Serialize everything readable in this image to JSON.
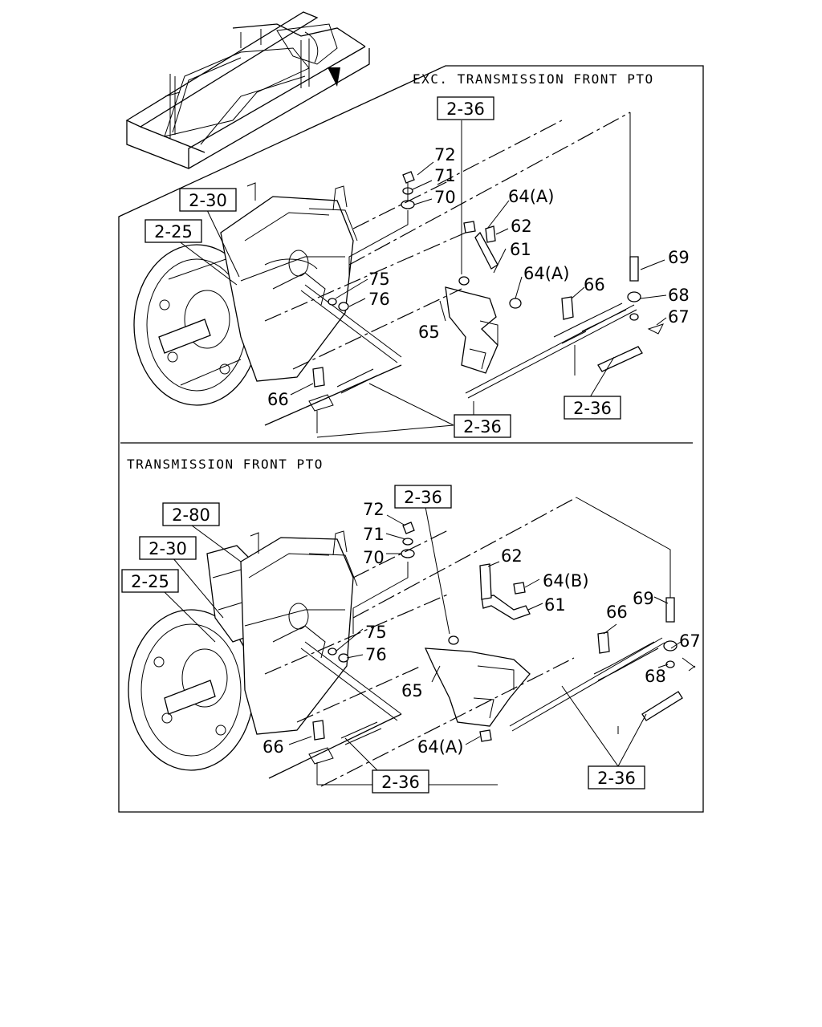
{
  "sections": {
    "top_title": "EXC. TRANSMISSION FRONT PTO",
    "bottom_title": "TRANSMISSION FRONT PTO"
  },
  "top": {
    "refs": {
      "r236a": "2-36",
      "r230": "2-30",
      "r225": "2-25",
      "r236b": "2-36",
      "r236c": "2-36"
    },
    "parts": {
      "p72": "72",
      "p71": "71",
      "p70": "70",
      "p64a1": "64(A)",
      "p62": "62",
      "p61": "61",
      "p64a2": "64(A)",
      "p69": "69",
      "p66a": "66",
      "p68": "68",
      "p67": "67",
      "p75": "75",
      "p76": "76",
      "p65": "65",
      "p66b": "66"
    }
  },
  "bottom": {
    "refs": {
      "r236a": "2-36",
      "r280": "2-80",
      "r230": "2-30",
      "r225": "2-25",
      "r236b": "2-36",
      "r236c": "2-36"
    },
    "parts": {
      "p72": "72",
      "p71": "71",
      "p70": "70",
      "p62": "62",
      "p64b": "64(B)",
      "p61": "61",
      "p69": "69",
      "p66a": "66",
      "p67": "67",
      "p68": "68",
      "p75": "75",
      "p76": "76",
      "p65": "65",
      "p64a": "64(A)",
      "p66b": "66"
    }
  }
}
